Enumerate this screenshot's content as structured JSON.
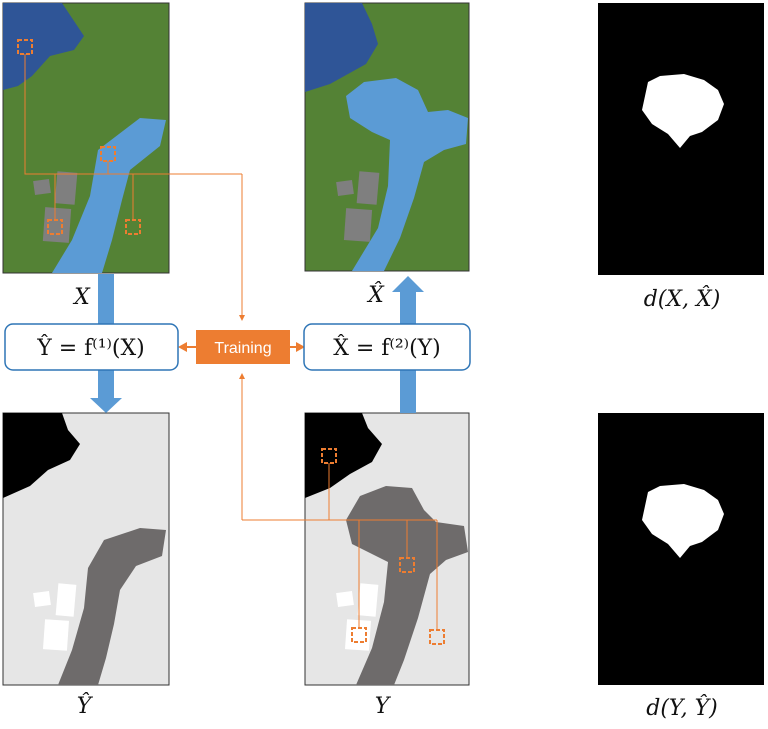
{
  "labels": {
    "x": "X",
    "x_hat": "X̂",
    "y": "Y",
    "y_hat": "Ŷ",
    "d_x": "d(X, X̂)",
    "d_y": "d(Y, Ŷ)"
  },
  "equations": {
    "forward": "Ŷ = f⁽¹⁾(X)",
    "backward": "X̂ = f⁽²⁾(Y)"
  },
  "training": {
    "label": "Training"
  },
  "colors": {
    "terrain": "#548235",
    "water_deep": "#2f5597",
    "river": "#5b9bd5",
    "building": "#7f7f7f",
    "map_background": "#e6e6e6",
    "map_dark": "#000000",
    "map_river": "#6e6b6b",
    "accent": "#ed7d31",
    "arrow": "#5b9bd5",
    "box_border": "#2e75b6"
  }
}
